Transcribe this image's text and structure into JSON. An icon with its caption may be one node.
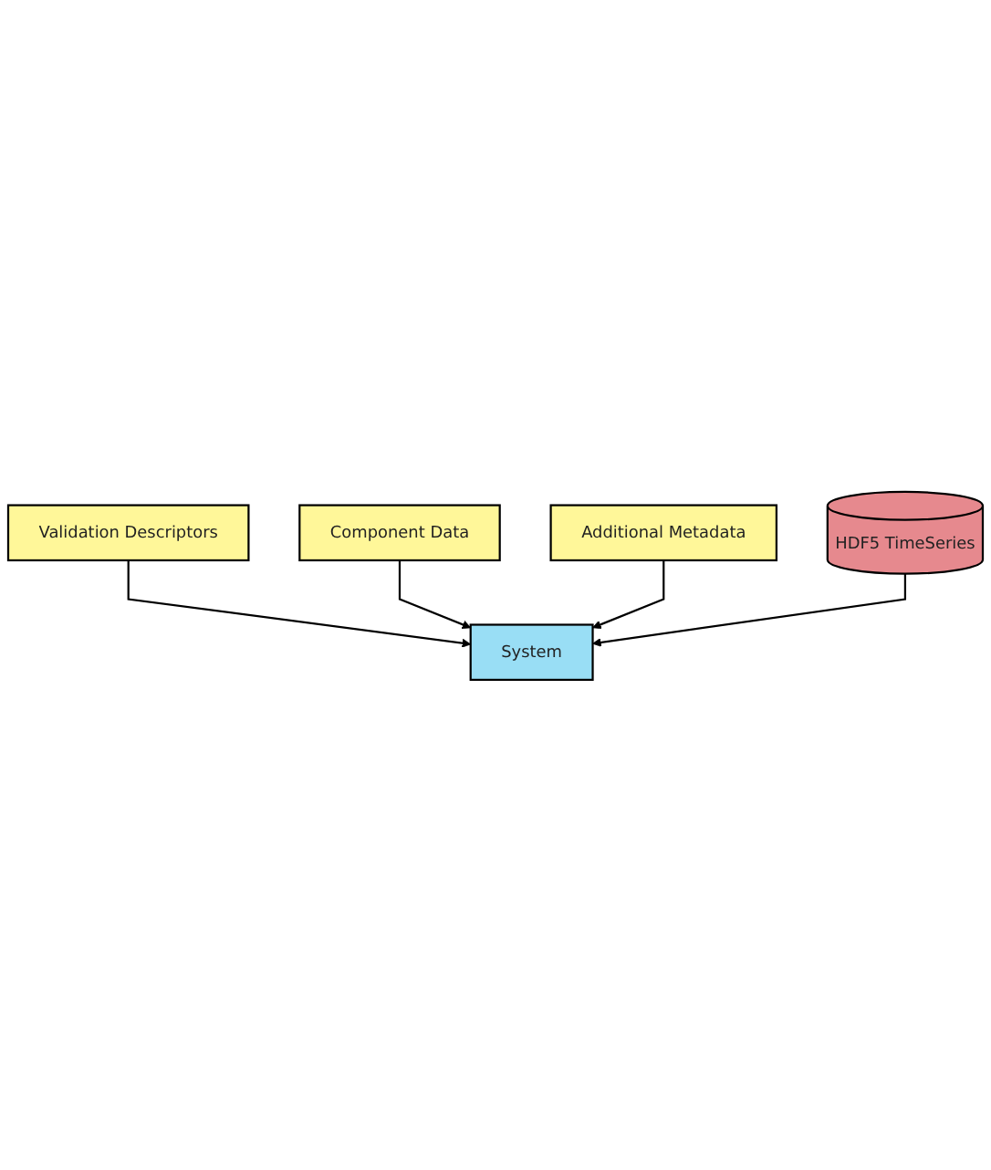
{
  "diagram": {
    "nodes": [
      {
        "text": [
          "Validation Descriptors"
        ]
      },
      {
        "text": [
          "Component Data"
        ]
      },
      {
        "text": [
          "Additional Metadata"
        ]
      },
      {
        "text": [
          "System"
        ]
      },
      {
        "text": [
          "HDF5 TimeSeries"
        ]
      }
    ],
    "edges": [
      {
        "from": 0,
        "to": 3,
        "arrow": "to"
      },
      {
        "from": 1,
        "to": 3,
        "arrow": "to"
      },
      {
        "from": 2,
        "to": 3,
        "arrow": "to"
      },
      {
        "from": 4,
        "to": 3,
        "arrow": "to"
      }
    ]
  }
}
